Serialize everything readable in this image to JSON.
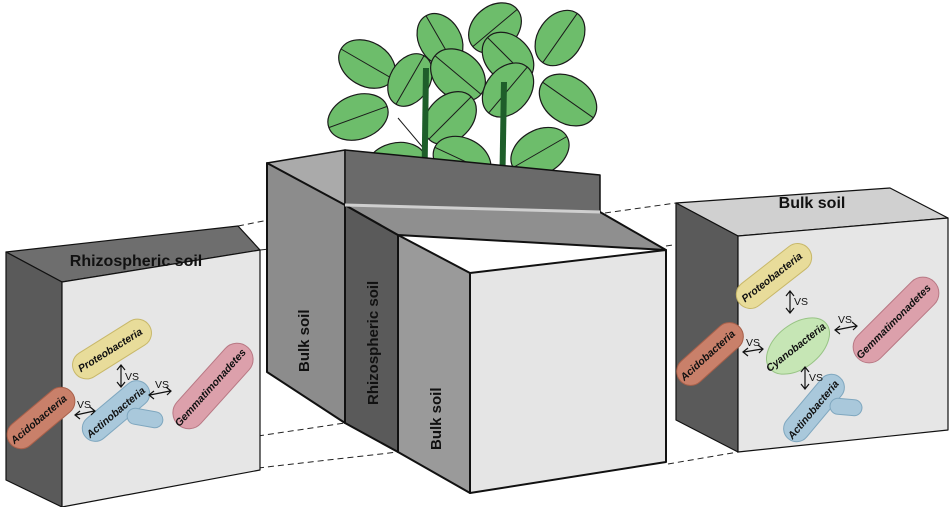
{
  "left_box": {
    "title": "Rhizospheric soil"
  },
  "right_box": {
    "title": "Bulk soil"
  },
  "center_block": {
    "left_label": "Bulk soil",
    "middle_label": "Rhizospheric soil",
    "right_label": "Bulk soil"
  },
  "left_taxa": {
    "proteobacteria": "Proteobacteria",
    "actinobacteria": "Actinobacteria",
    "acidobacteria": "Acidobacteria",
    "gemmatimonadetes": "Gemmatimonadetes",
    "vs1": "VS",
    "vs2": "VS",
    "vs3": "VS"
  },
  "right_taxa": {
    "proteobacteria": "Proteobacteria",
    "cyanobacteria": "Cyanobacteria",
    "acidobacteria": "Acidobacteria",
    "gemmatimonadetes": "Gemmatimonadetes",
    "actinobacteria": "Actinobacteria",
    "vs1": "VS",
    "vs2": "VS",
    "vs3": "VS",
    "vs4": "VS"
  },
  "colors": {
    "proteobacteria": "#e8dc9a",
    "actinobacteria": "#a9c8db",
    "acidobacteria": "#c9806a",
    "gemmatimonadetes": "#dca0ab",
    "cyanobacteria": "#c6e6b5",
    "leaf": "#6dbd6b",
    "stem": "#1e5e2a"
  }
}
